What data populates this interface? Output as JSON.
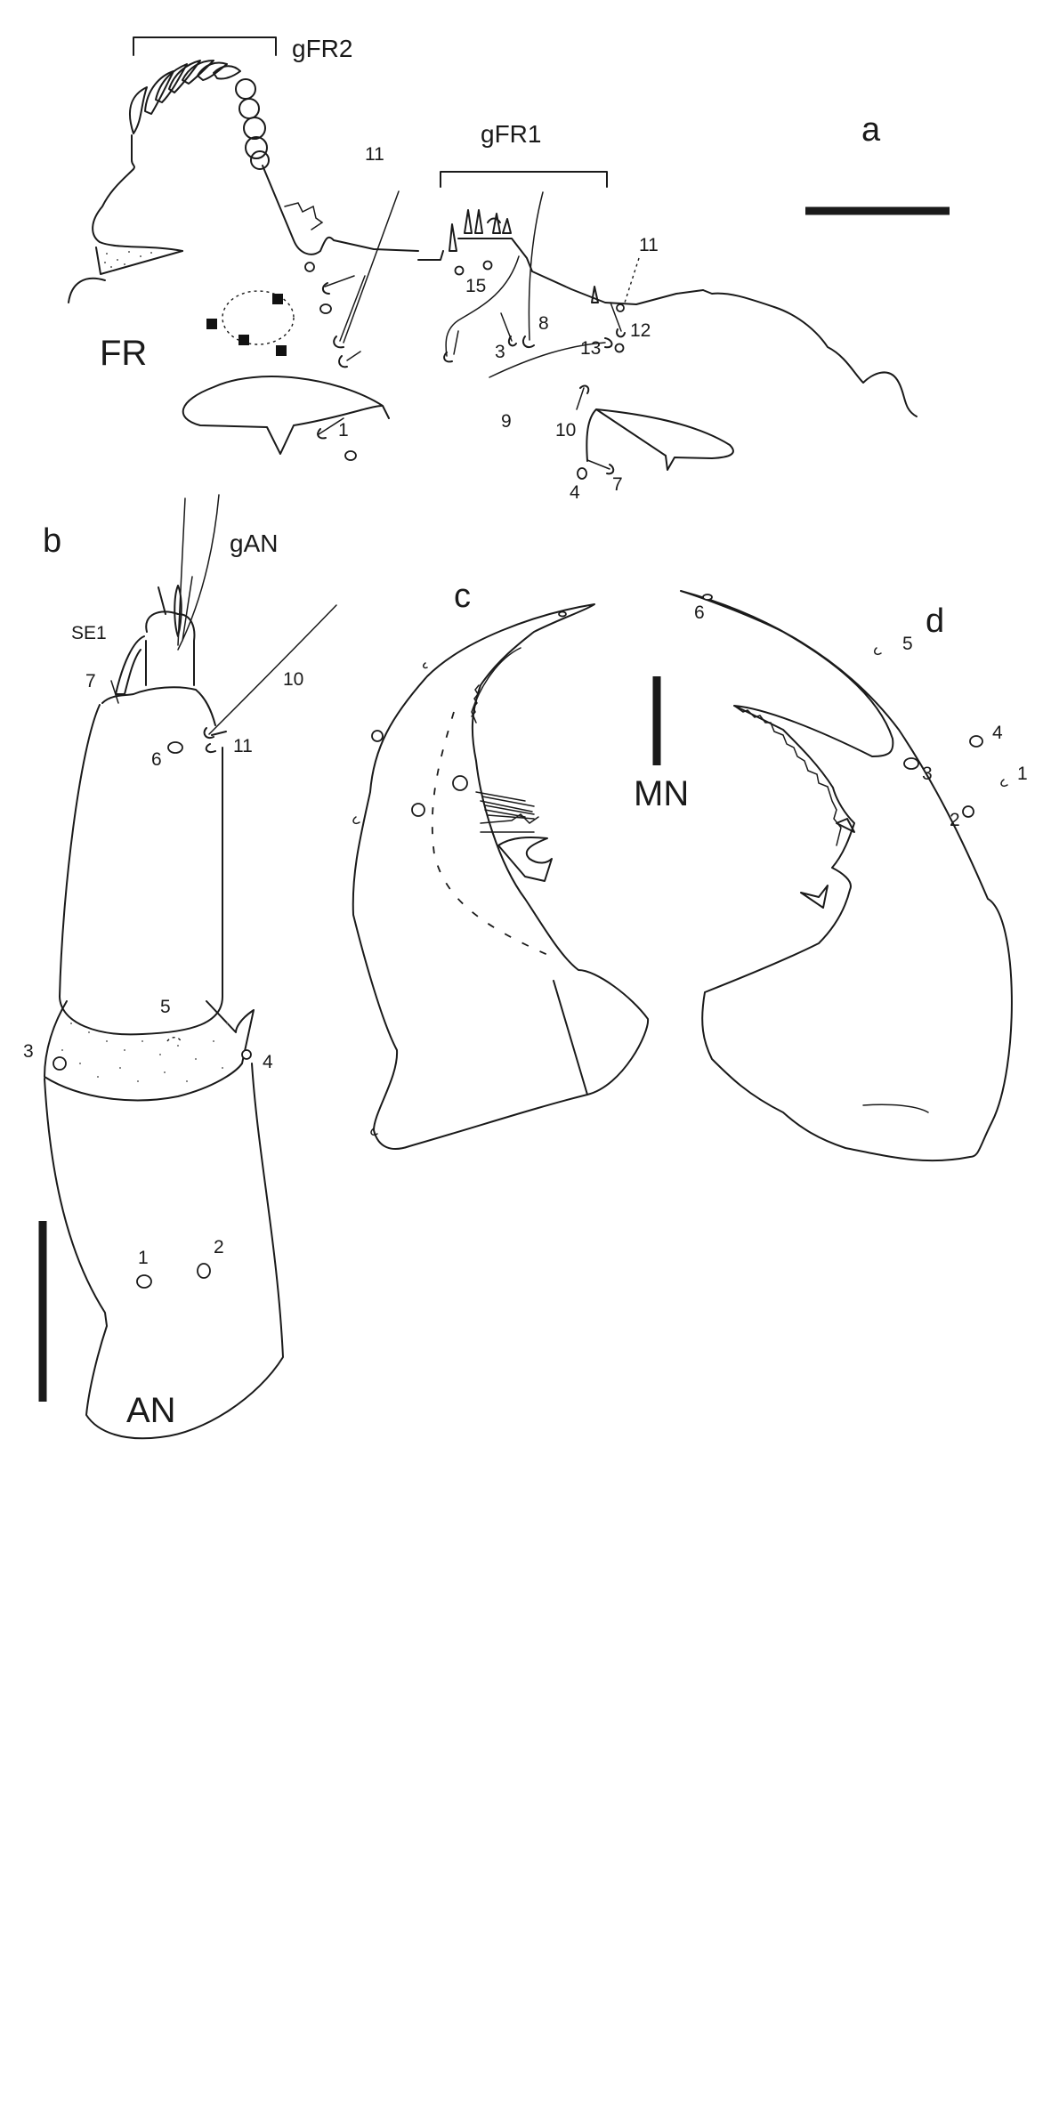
{
  "figure": {
    "background": "#ffffff",
    "line_color": "#1a1a1a",
    "panels": {
      "a": {
        "letter": "a",
        "structure_label": "FR",
        "groups": {
          "gFR2": "gFR2",
          "gFR1": "gFR1"
        },
        "setae_labels": {
          "s1": "1",
          "s3": "3",
          "s4": "4",
          "s7": "7",
          "s8": "8",
          "s9": "9",
          "s10": "10",
          "s11_left": "11",
          "s11_right": "11",
          "s12": "12",
          "s13": "13",
          "s15": "15"
        },
        "scale_bar": "horizontal"
      },
      "b": {
        "letter": "b",
        "structure_label": "AN",
        "groups": {
          "gAN": "gAN",
          "SE1": "SE1"
        },
        "setae_labels": {
          "s1": "1",
          "s2": "2",
          "s3": "3",
          "s4": "4",
          "s5": "5",
          "s6": "6",
          "s7": "7",
          "s10": "10",
          "s11": "11"
        },
        "scale_bar": "vertical"
      },
      "c": {
        "letter": "c",
        "structure_label": "MN",
        "scale_bar": "vertical"
      },
      "d": {
        "letter": "d",
        "setae_labels": {
          "s1": "1",
          "s2": "2",
          "s3": "3",
          "s4": "4",
          "s5": "5",
          "s6": "6"
        }
      }
    }
  }
}
